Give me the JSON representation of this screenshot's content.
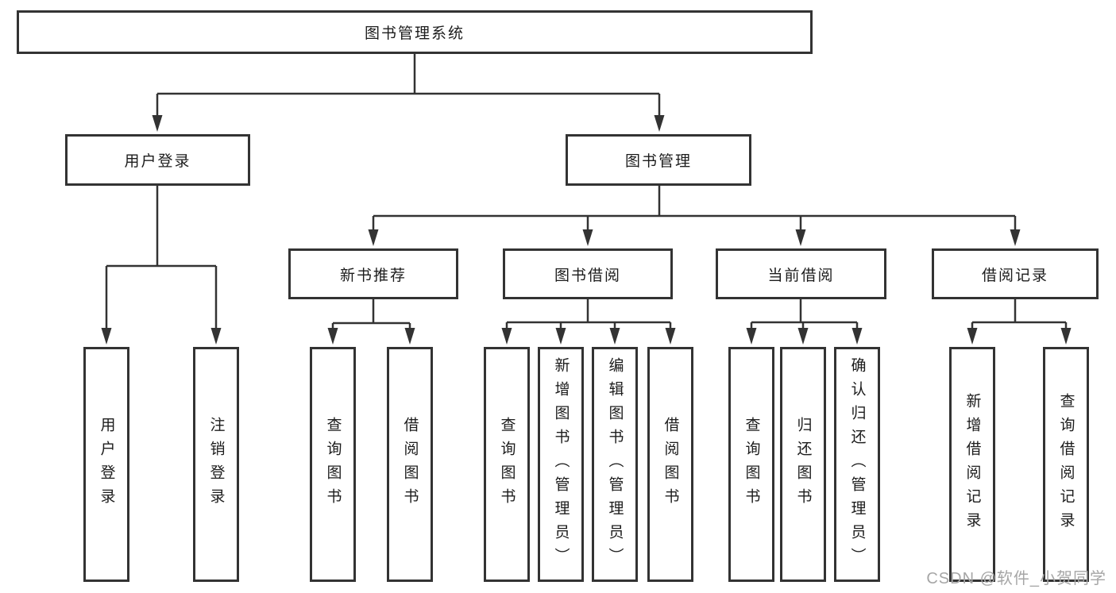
{
  "nodes": {
    "root": "图书管理系统",
    "level2": {
      "user_login": "用户登录",
      "book_management": "图书管理"
    },
    "level3": {
      "new_book_recommend": "新书推荐",
      "book_borrow": "图书借阅",
      "current_borrow": "当前借阅",
      "borrow_record": "借阅记录"
    },
    "leaves": {
      "user_login": "用户登录",
      "logout": "注销登录",
      "recommend_query_book": "查询图书",
      "recommend_borrow_book": "借阅图书",
      "borrow_query_book": "查询图书",
      "borrow_add_book_admin": "新增图书（管理员）",
      "borrow_edit_book_admin": "编辑图书（管理员）",
      "borrow_borrow_book": "借阅图书",
      "current_query_book": "查询图书",
      "current_return_book": "归还图书",
      "current_confirm_return_admin": "确认归还（管理员）",
      "record_add": "新增借阅记录",
      "record_query": "查询借阅记录"
    }
  },
  "watermark": "CSDN @软件_小贺同学",
  "colors": {
    "line": "#333333",
    "text": "#1c1c1c",
    "watermark": "#a6a6a6",
    "background": "#ffffff"
  }
}
